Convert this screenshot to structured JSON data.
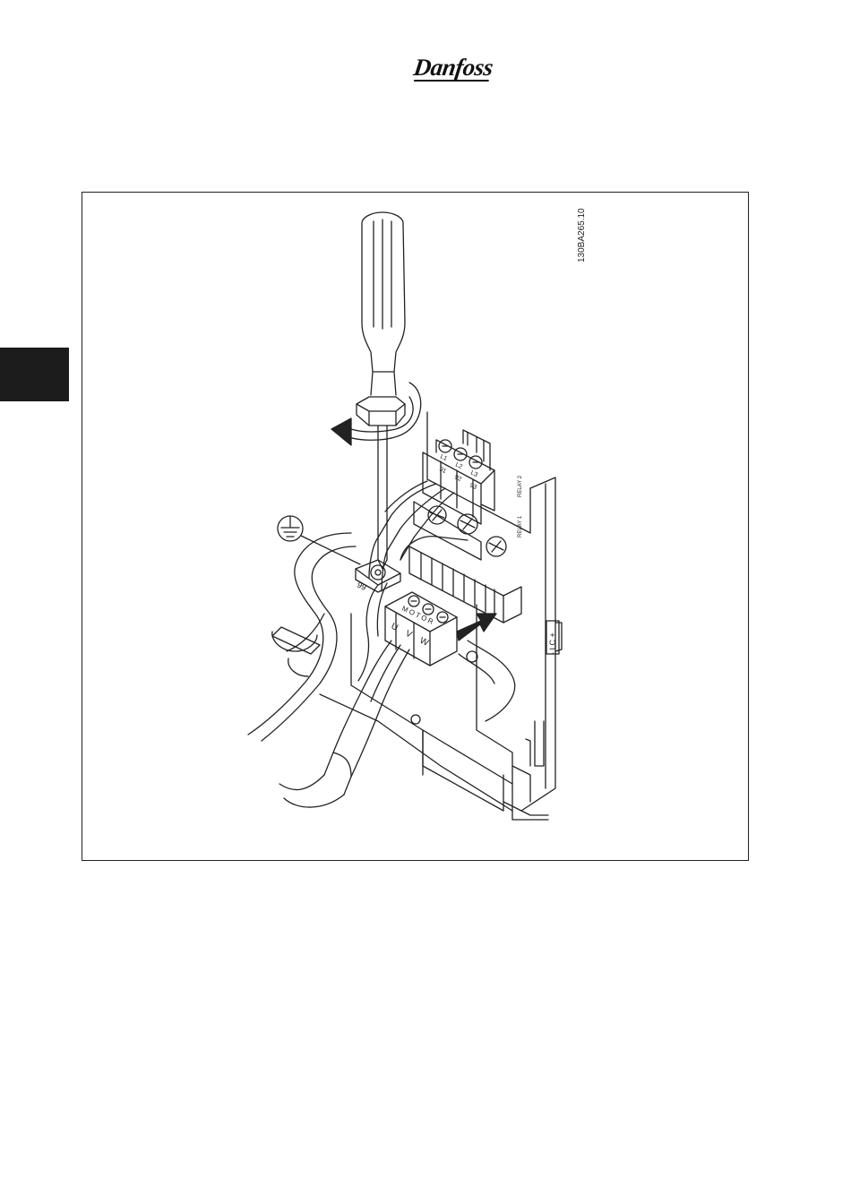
{
  "header": {
    "logo_text": "Danfoss"
  },
  "figure": {
    "figure_id": "130BA265.10",
    "labels": {
      "earth_terminal": "99",
      "motor_header": "MOTOR",
      "motor_u": "U",
      "motor_v": "V",
      "motor_w": "W",
      "mains_l1": "L1",
      "mains_l2": "L2",
      "mains_l3": "L3",
      "mains_91": "91",
      "mains_92": "92",
      "mains_93": "93",
      "relay_1": "RELAY 1",
      "relay_2": "RELAY 2",
      "lc_label": "- LC +"
    }
  }
}
